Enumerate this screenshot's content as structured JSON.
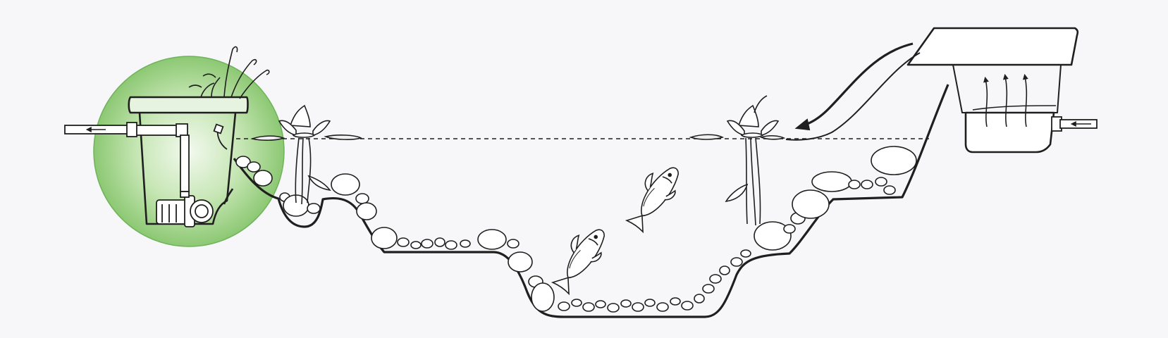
{
  "diagram": {
    "background_color": "#f7f7f9",
    "line_color": "#1f1f1f",
    "highlight_color": "#8cc873",
    "highlight_edge_color": "#6fb35a",
    "water_line_style": "dashed",
    "components": [
      {
        "id": "biofilter",
        "icon": "filter-bucket-icon",
        "highlighted": true
      },
      {
        "id": "pump",
        "icon": "pump-icon"
      },
      {
        "id": "outlet-pipe",
        "icon": "outlet-pipe-icon"
      },
      {
        "id": "skimmer",
        "icon": "skimmer-box-icon"
      },
      {
        "id": "inlet-pipe",
        "icon": "inlet-pipe-icon"
      },
      {
        "id": "pond",
        "icon": "pond-basin-icon"
      },
      {
        "id": "fish",
        "icon": "koi-fish-icon",
        "count": 2
      },
      {
        "id": "water-lily",
        "icon": "water-lily-icon",
        "count": 2
      }
    ]
  }
}
